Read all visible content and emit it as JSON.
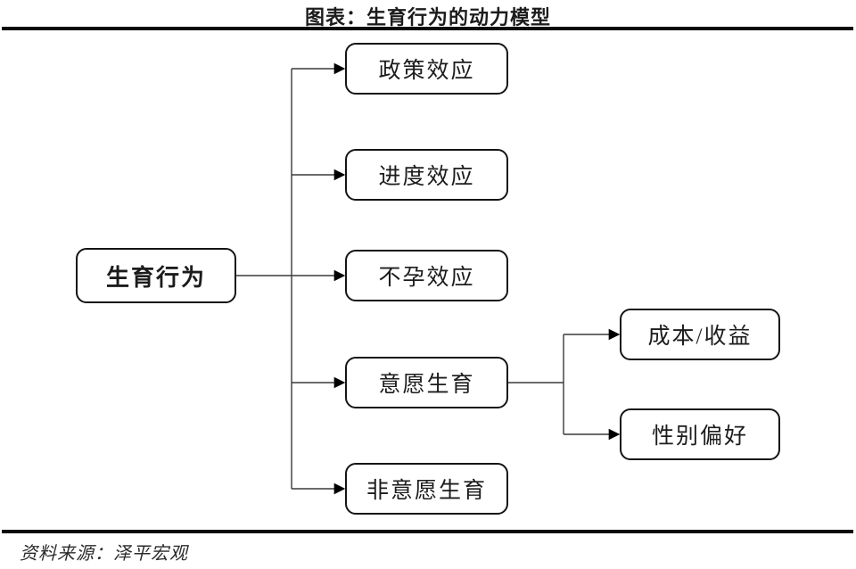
{
  "figure": {
    "title": "图表：生育行为的动力模型",
    "source": "资料来源：泽平宏观"
  },
  "diagram": {
    "root": {
      "label": "生育行为"
    },
    "branches": [
      {
        "label": "政策效应"
      },
      {
        "label": "进度效应"
      },
      {
        "label": "不孕效应"
      },
      {
        "label": "意愿生育"
      },
      {
        "label": "非意愿生育"
      }
    ],
    "subbranches": [
      {
        "label": "成本/收益"
      },
      {
        "label": "性别偏好"
      }
    ],
    "colors": {
      "line": "#3a3a3a",
      "arrow": "#000000",
      "node_border": "#141414",
      "rule": "#0a0a0a",
      "text": "#1c1c1c"
    }
  }
}
